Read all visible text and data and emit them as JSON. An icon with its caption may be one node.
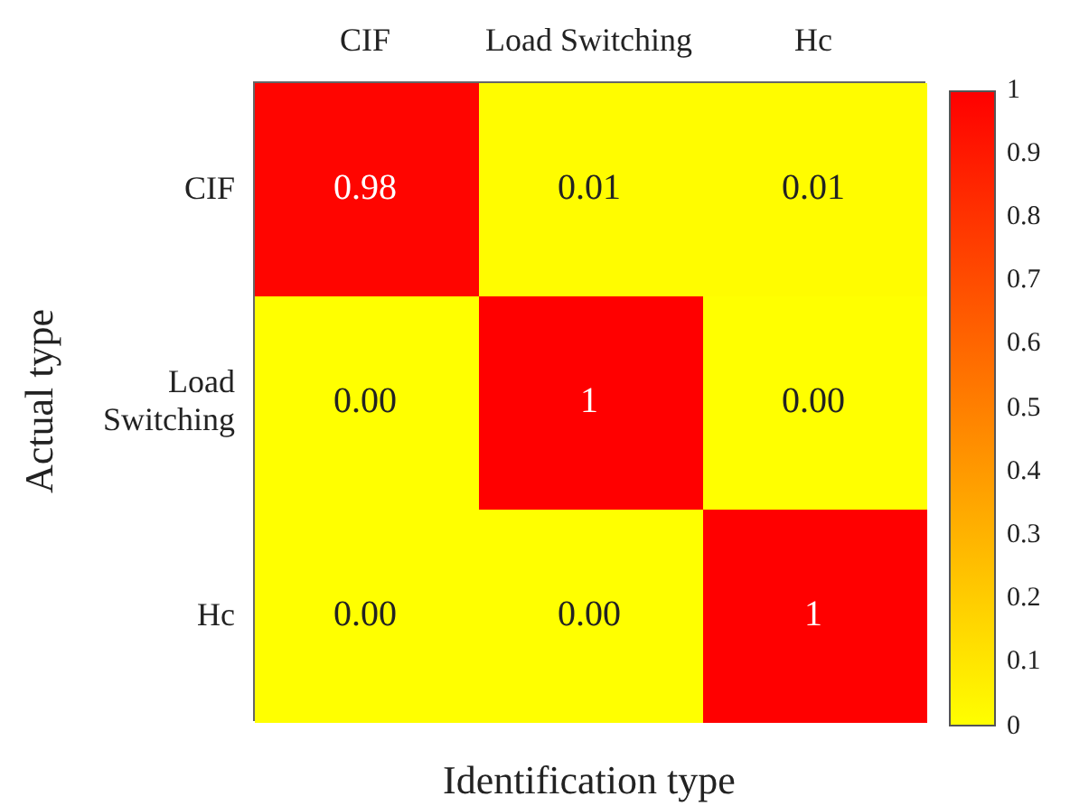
{
  "diagram": {
    "labels": [
      "CIF",
      "Load Switching",
      "Hc",
      "CIF",
      "0.98",
      "0.01",
      "0.01",
      "Load Switching",
      "0.00",
      "1",
      "0.00",
      "Hc",
      "0.00",
      "0.00",
      "1",
      "Actual type",
      "1",
      "0.9",
      "0.8",
      "0.7",
      "0.6",
      "0.5",
      "0.4",
      "0.3",
      "0.2",
      "0.1",
      "0",
      "Identification type"
    ]
  }
}
